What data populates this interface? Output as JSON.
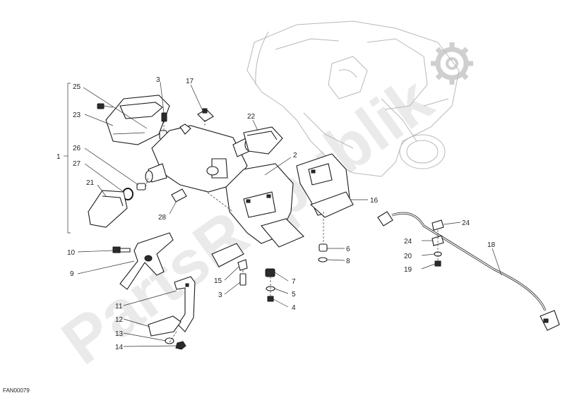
{
  "diagram_code": "FAN00079",
  "watermark": "PartsRepublik",
  "group_bracket_label": "1",
  "callouts": [
    "25",
    "3",
    "17",
    "23",
    "22",
    "26",
    "27",
    "21",
    "2",
    "16",
    "28",
    "24",
    "6",
    "8",
    "24",
    "20",
    "19",
    "18",
    "10",
    "9",
    "15",
    "3",
    "7",
    "5",
    "4",
    "11",
    "12",
    "13",
    "14"
  ],
  "colors": {
    "line": "#1a1a1a",
    "ghost": "#b8b8b8",
    "watermark": "#d9d9d9"
  }
}
